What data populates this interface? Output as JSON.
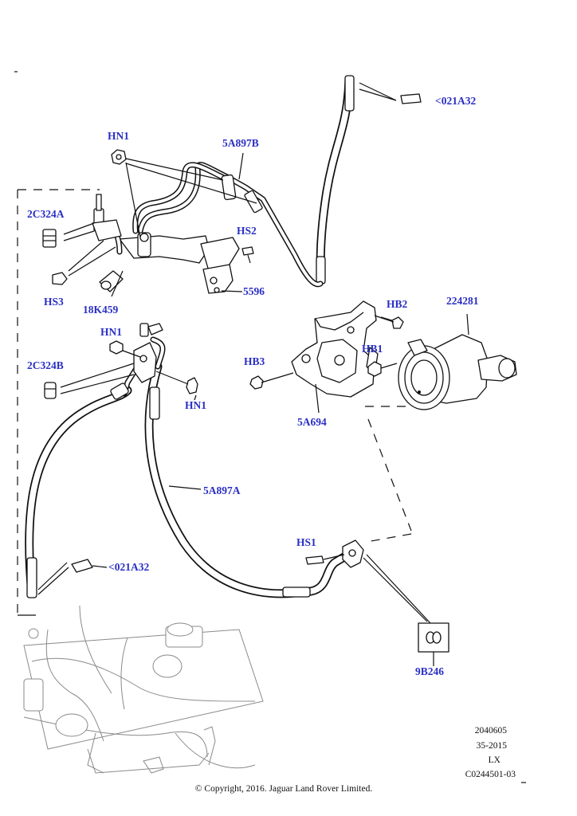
{
  "callouts": {
    "c021a32_top": "<021A32",
    "hn1_top": "HN1",
    "a5a897b": "5A897B",
    "c2c324a": "2C324A",
    "hs2": "HS2",
    "hs3": "HS3",
    "k18k459": "18K459",
    "p5596": "5596",
    "hn1_mid": "HN1",
    "c2c324b": "2C324B",
    "hn1_right": "HN1",
    "hb2": "HB2",
    "p224281": "224281",
    "hb1": "HB1",
    "hb3": "HB3",
    "a5a694": "5A694",
    "a5a897a": "5A897A",
    "hs1": "HS1",
    "c021a32_bottom": "<021A32",
    "b9b246": "9B246"
  },
  "reference": {
    "line1": "2040605",
    "line2": "35-2015",
    "line3": "LX",
    "line4": "C0244501-03"
  },
  "copyright": "© Copyright, 2016. Jaguar Land Rover Limited.",
  "colors": {
    "callout": "#2a2fc4",
    "line": "#111111",
    "ghost": "#8a8a8a"
  }
}
